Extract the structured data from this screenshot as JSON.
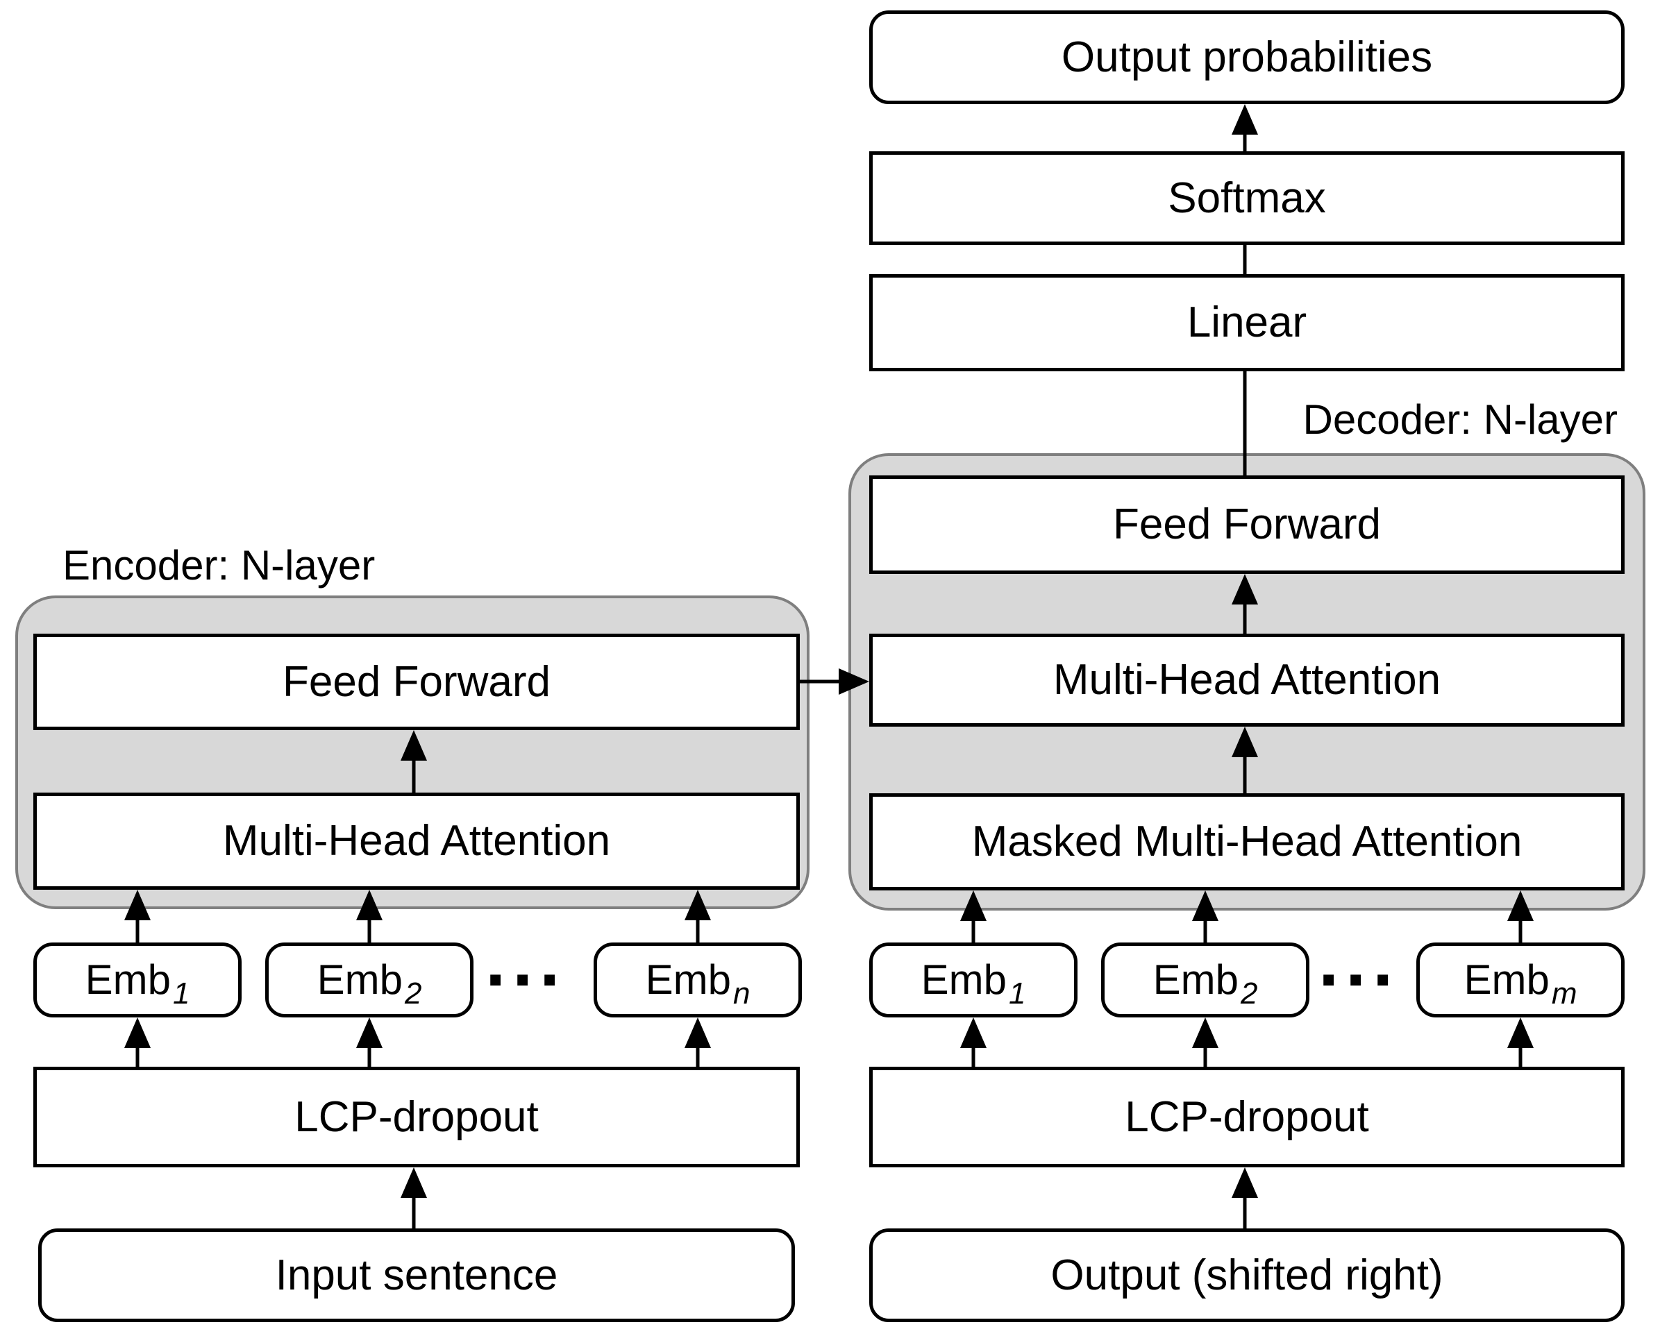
{
  "diagram": {
    "encoder": {
      "label": "Encoder: N-layer",
      "feed_forward": "Feed Forward",
      "multi_head_attention": "Multi-Head Attention",
      "embeddings": [
        {
          "base": "Emb",
          "sub": "1"
        },
        {
          "base": "Emb",
          "sub": "2"
        },
        {
          "base": "Emb",
          "sub": "n"
        }
      ],
      "ellipsis": "···",
      "lcp_dropout": "LCP-dropout",
      "input": "Input sentence"
    },
    "decoder": {
      "label": "Decoder: N-layer",
      "output_probabilities": "Output probabilities",
      "softmax": "Softmax",
      "linear": "Linear",
      "feed_forward": "Feed Forward",
      "multi_head_attention": "Multi-Head Attention",
      "masked_multi_head_attention": "Masked Multi-Head Attention",
      "embeddings": [
        {
          "base": "Emb",
          "sub": "1"
        },
        {
          "base": "Emb",
          "sub": "2"
        },
        {
          "base": "Emb",
          "sub": "m"
        }
      ],
      "ellipsis": "···",
      "lcp_dropout": "LCP-dropout",
      "output": "Output (shifted right)"
    },
    "colors": {
      "container_fill": "#d8d8d8",
      "container_border": "#7f7f7f",
      "box_fill": "#ffffff",
      "box_border": "#000000",
      "text": "#000000"
    }
  }
}
